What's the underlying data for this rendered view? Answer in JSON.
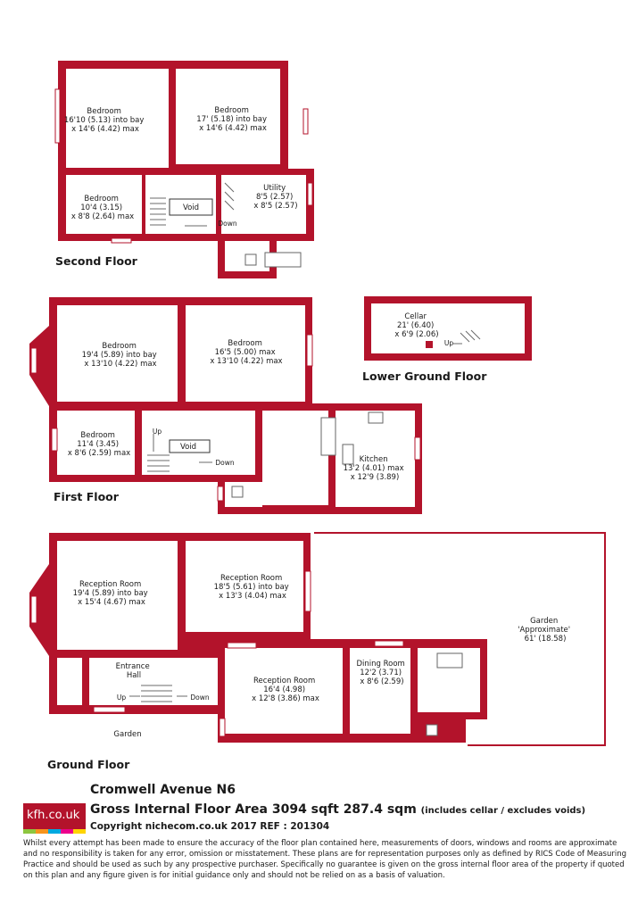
{
  "second_floor": {
    "title": "Second Floor",
    "bed1": [
      "Bedroom",
      "16'10 (5.13) into bay",
      "x 14'6 (4.42) max"
    ],
    "bed2": [
      "Bedroom",
      "17' (5.18) into bay",
      "x 14'6 (4.42) max"
    ],
    "bed3": [
      "Bedroom",
      "10'4 (3.15)",
      "x 8'8 (2.64) max"
    ],
    "utility": [
      "Utility",
      "8'5 (2.57)",
      "x 8'5 (2.57)"
    ],
    "void": "Void",
    "down": "Down"
  },
  "lower_ground": {
    "title": "Lower Ground Floor",
    "cellar": [
      "Cellar",
      "21' (6.40)",
      "x 6'9 (2.06)"
    ],
    "up": "Up"
  },
  "first_floor": {
    "title": "First Floor",
    "bed1": [
      "Bedroom",
      "19'4 (5.89) into bay",
      "x 13'10 (4.22) max"
    ],
    "bed2": [
      "Bedroom",
      "16'5 (5.00) max",
      "x 13'10 (4.22) max"
    ],
    "bed3": [
      "Bedroom",
      "11'4 (3.45)",
      "x 8'6 (2.59) max"
    ],
    "kitchen": [
      "Kitchen",
      "13'2 (4.01) max",
      "x 12'9 (3.89)"
    ],
    "void": "Void",
    "up": "Up",
    "down": "Down"
  },
  "ground_floor": {
    "title": "Ground Floor",
    "reception1": [
      "Reception Room",
      "19'4 (5.89) into bay",
      "x 15'4 (4.67) max"
    ],
    "reception2": [
      "Reception Room",
      "18'5 (5.61) into bay",
      "x 13'3 (4.04) max"
    ],
    "reception3": [
      "Reception Room",
      "16'4 (4.98)",
      "x 12'8 (3.86) max"
    ],
    "dining": [
      "Dining Room",
      "12'2 (3.71)",
      "x 8'6 (2.59)"
    ],
    "hall": [
      "Entrance",
      "Hall"
    ],
    "garden_rear": [
      "Garden",
      "'Approximate'",
      "61' (18.58)"
    ],
    "garden_front": "Garden",
    "up": "Up",
    "down": "Down"
  },
  "header": {
    "address": "Cromwell Avenue N6",
    "area": "Gross Internal Floor Area 3094 sqft 287.4 sqm",
    "area_note": "(includes cellar / excludes voids)",
    "copyright": "Copyright nichecom.co.uk 2017 REF : 201304"
  },
  "logo": {
    "text": "kfh.co.uk",
    "bar_colors": [
      "#8dc63f",
      "#f7941d",
      "#00a9e0",
      "#ec008c",
      "#ffd400"
    ]
  },
  "disclaimer": "Whilst every attempt has been made to ensure the accuracy of the floor plan contained here, measurements of doors, windows and rooms are approximate and no responsibility is taken for any error, omission or misstatement.  These plans are for representation purposes only as defined by RICS Code of Measuring Practice and should be used as such by any prospective purchaser.  Specifically no guarantee is given on the gross internal floor area of the property if quoted on this plan and any figure given is for initial guidance only and should not be relied on as a basis of valuation.",
  "colors": {
    "wall": "#b3132b",
    "floor": "#f3eeee"
  }
}
